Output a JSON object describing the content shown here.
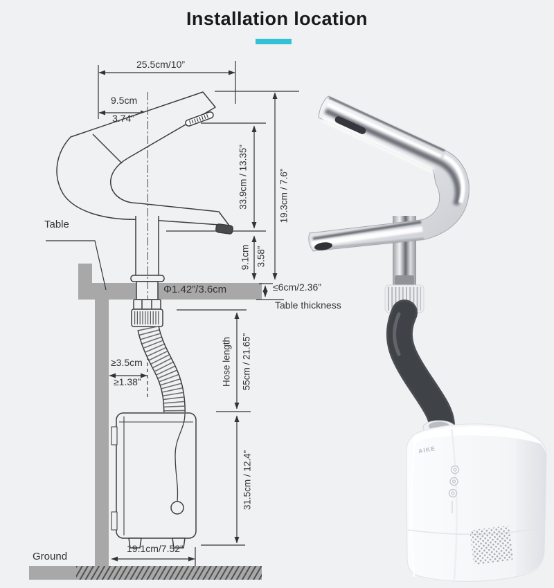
{
  "title": "Installation location",
  "accent_color": "#35c1d5",
  "brand": "AIKE",
  "labels": {
    "table": "Table",
    "ground": "Ground",
    "table_thickness": "Table thickness",
    "hose_length": "Hose length"
  },
  "dims": {
    "top_width": "25.5cm/10”",
    "spout_depth_cm": "9.5cm",
    "spout_depth_in": "3.74”",
    "spout_height": "33.9cm / 13.35”",
    "outlet_height": "19.3cm / 7.6”",
    "body_height_cm": "9.1cm",
    "body_height_in": "3.58”",
    "hole_diameter": "Φ1.42”/3.6cm",
    "table_thickness_max": "≤6cm/2.36”",
    "side_clearance_cm": "≥3.5cm",
    "side_clearance_in": "≥1.38”",
    "hose_length_value": "55cm / 21.65”",
    "unit_height": "31.5cm / 12.4”",
    "unit_width": "19.1cm/7.52”"
  }
}
